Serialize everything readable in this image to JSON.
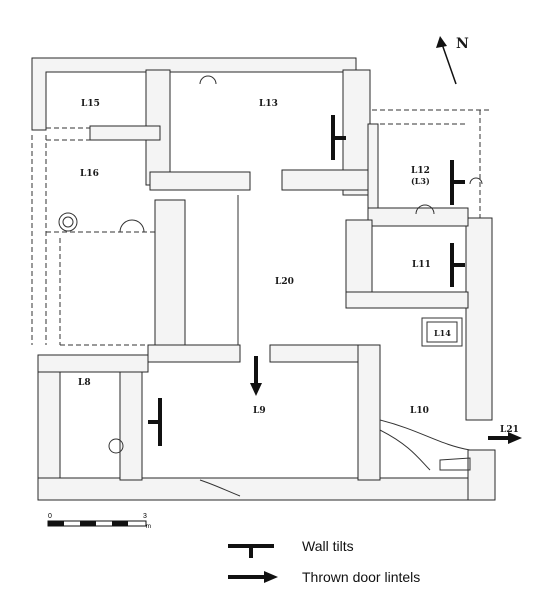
{
  "north": {
    "letter": "N"
  },
  "rooms": {
    "L15": "L15",
    "L13": "L13",
    "L16": "L16",
    "L12": "L12",
    "L12_sub": "(L3)",
    "L20": "L20",
    "L11": "L11",
    "L14": "L14",
    "L8": "L8",
    "L9": "L9",
    "L10": "L10",
    "L21": "L21"
  },
  "scale": {
    "start": "0",
    "end": "3",
    "unit": "m"
  },
  "legend": {
    "wall_tilts": "Wall tilts",
    "thrown_lintels": "Thrown door lintels"
  },
  "colors": {
    "ink": "#111111",
    "stone_fill": "#ffffff",
    "wall_fill": "#f4f4f4"
  }
}
